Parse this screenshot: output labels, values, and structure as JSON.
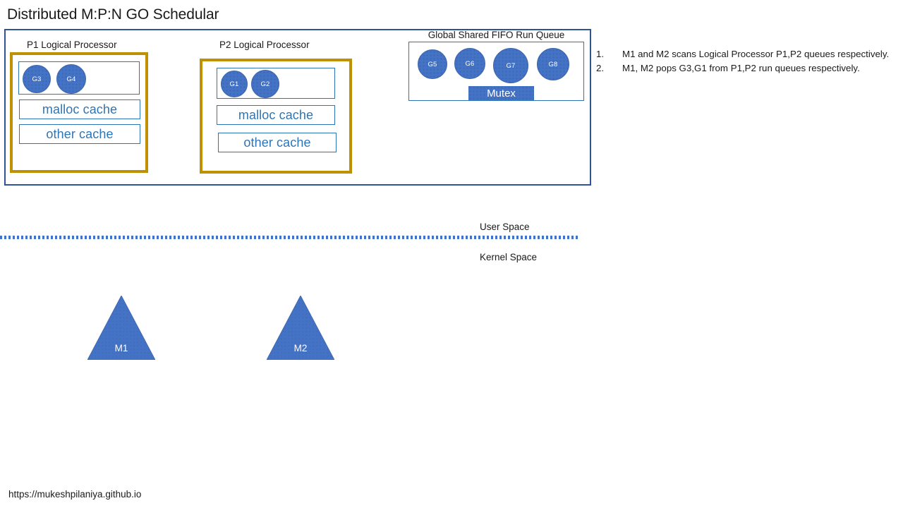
{
  "title": "Distributed M:P:N GO Schedular",
  "colors": {
    "outer_border": "#2F5496",
    "processor_border": "#BF9000",
    "inner_border": "#2E75B6",
    "cache_text": "#2E75B6",
    "circle_fill": "#4472C4",
    "divider": "#4472C4",
    "text": "#1a1a1a"
  },
  "processors": [
    {
      "label": "P1 Logical Processor",
      "goroutines": [
        "G3",
        "G4"
      ],
      "caches": [
        "malloc cache",
        "other cache"
      ]
    },
    {
      "label": "P2 Logical Processor",
      "goroutines": [
        "G1",
        "G2"
      ],
      "caches": [
        "malloc cache",
        "other cache"
      ]
    }
  ],
  "global_queue": {
    "label": "Global Shared FIFO Run Queue",
    "goroutines": [
      "G5",
      "G6",
      "G7",
      "G8"
    ],
    "mutex_label": "Mutex"
  },
  "notes": [
    {
      "num": "1.",
      "text": "M1 and M2 scans Logical Processor P1,P2 queues respectively."
    },
    {
      "num": "2.",
      "text": "M1, M2 pops G3,G1  from P1,P2 run queues respectively."
    }
  ],
  "spaces": {
    "user": "User Space",
    "kernel": "Kernel Space"
  },
  "machines": [
    {
      "label": "M1"
    },
    {
      "label": "M2"
    }
  ],
  "footer": {
    "url": "https://mukeshpilaniya.github.io"
  }
}
